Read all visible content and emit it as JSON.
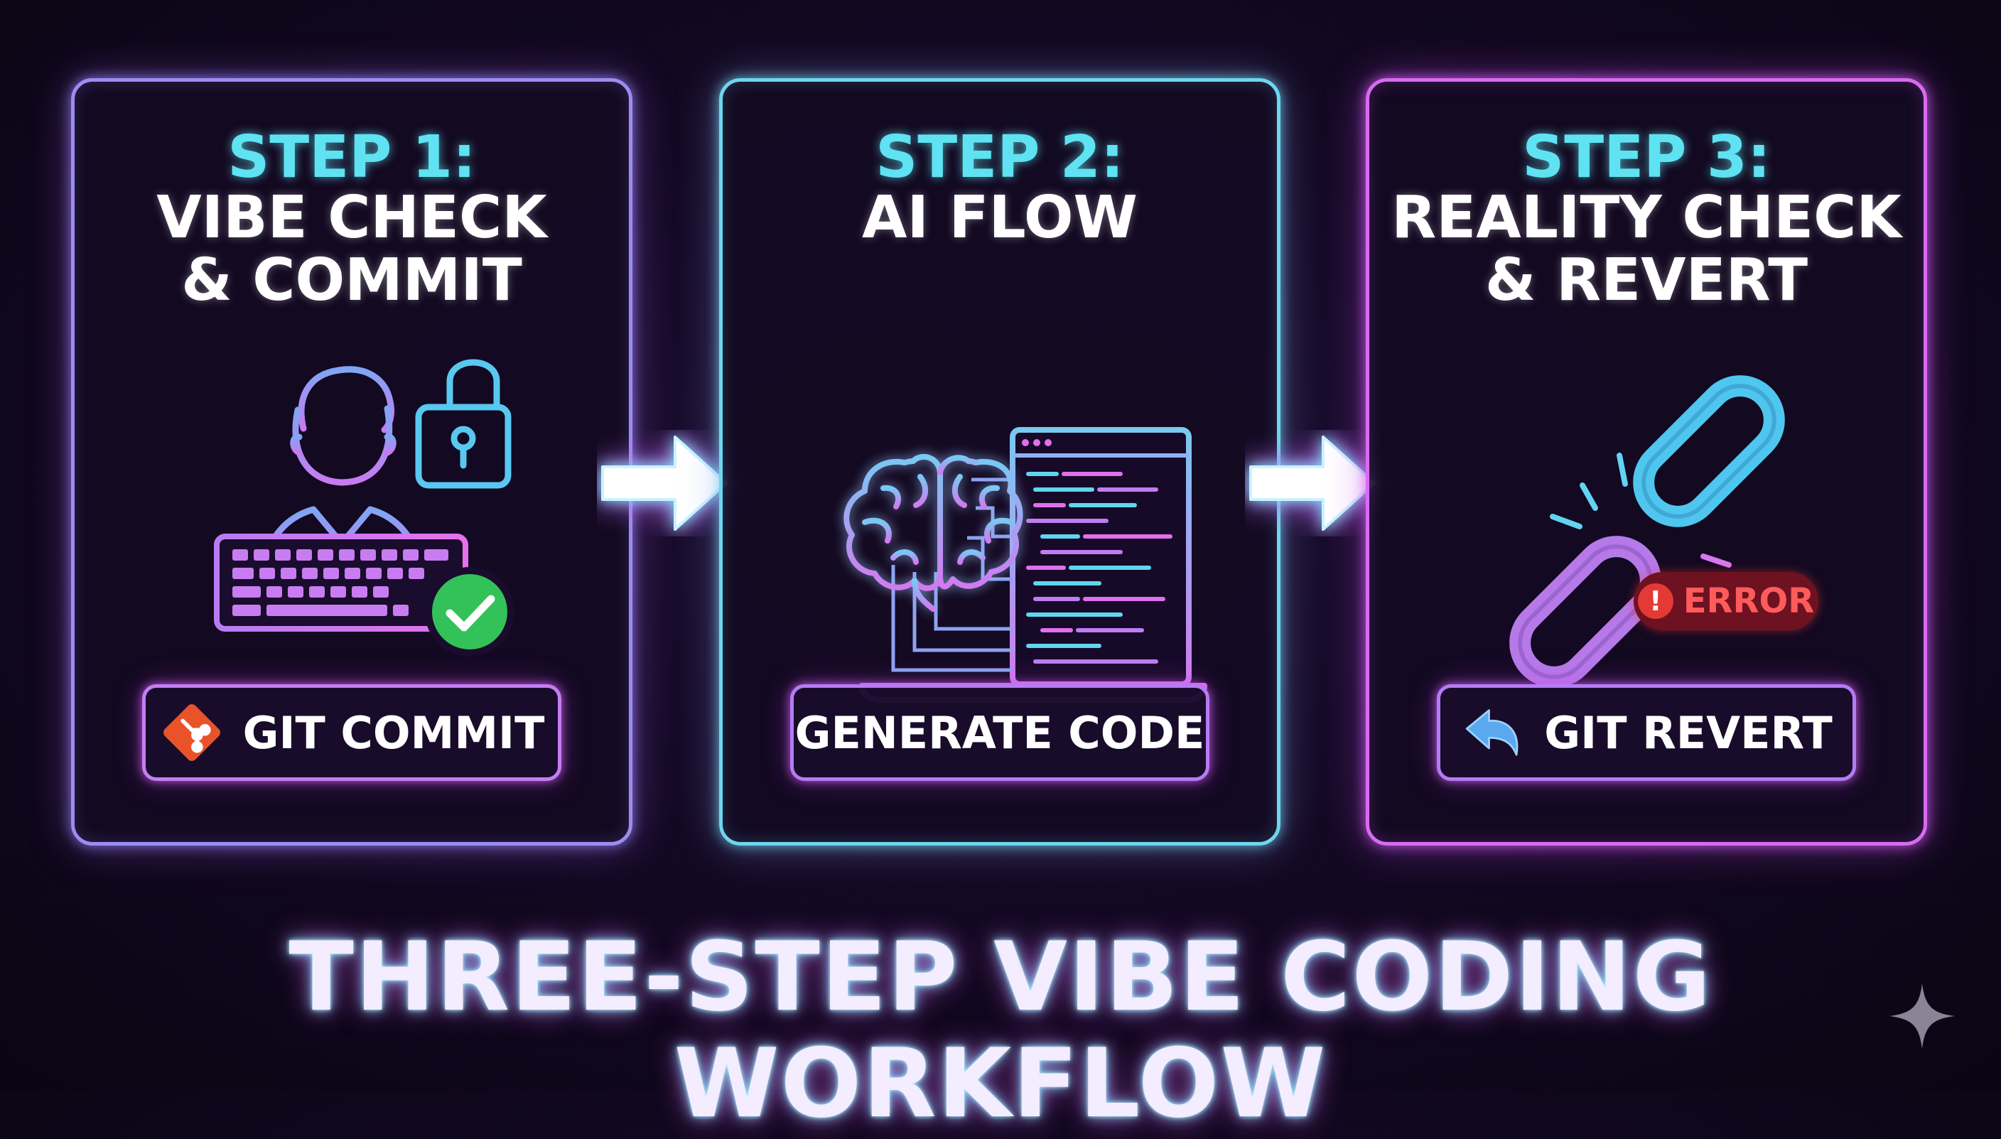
{
  "steps": [
    {
      "label": "STEP 1:",
      "title_line1": "VIBE CHECK",
      "title_line2": "& COMMIT",
      "button_label": "GIT COMMIT",
      "button_icon": "git-icon"
    },
    {
      "label": "STEP 2:",
      "title_line1": "AI FLOW",
      "title_line2": "",
      "button_label": "GENERATE CODE",
      "button_icon": ""
    },
    {
      "label": "STEP 3:",
      "title_line1": "REALITY CHECK",
      "title_line2": "& REVERT",
      "button_label": "GIT REVERT",
      "button_icon": "undo-arrow-icon"
    }
  ],
  "error_badge": {
    "label": "ERROR",
    "icon": "exclamation-icon"
  },
  "footer": {
    "title": "THREE-STEP VIBE CODING WORKFLOW"
  },
  "colors": {
    "background": "#120821",
    "cyan": "#5fe2f1",
    "magenta": "#d86bf2",
    "violet": "#9c8cf2",
    "success": "#34c759",
    "error": "#e53935",
    "git": "#e8532a"
  }
}
